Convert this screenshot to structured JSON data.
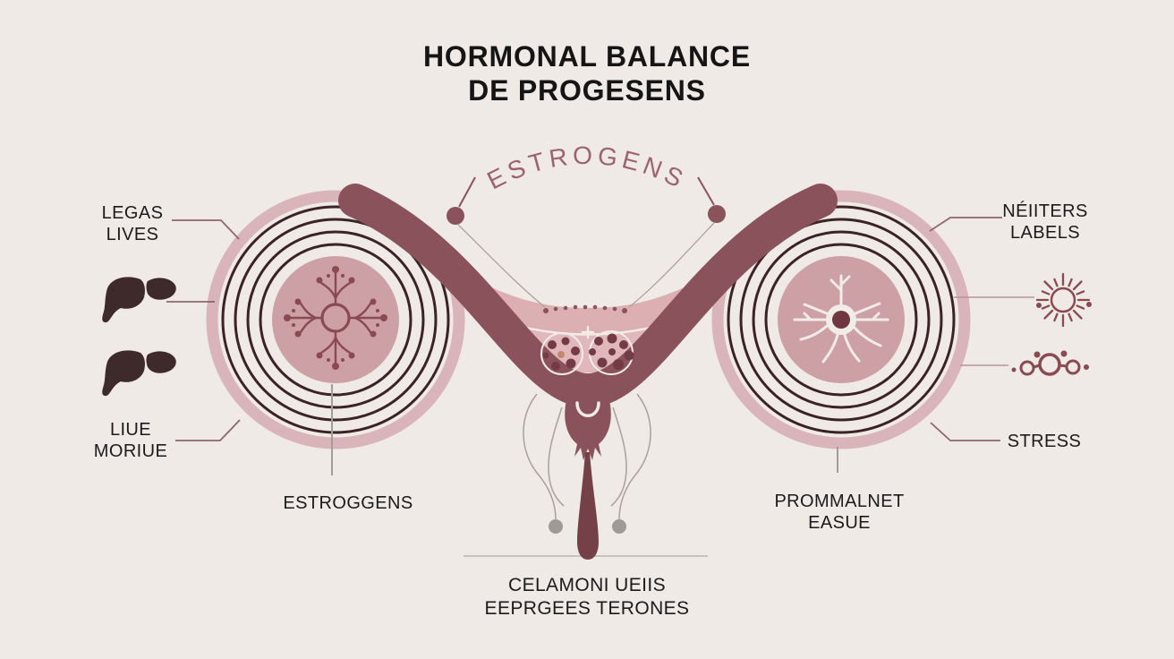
{
  "title": {
    "line1": "HORMONAL BALANCE",
    "line2": "DE PROGESENS"
  },
  "arc_label": "ESTROGENS",
  "left_labels": {
    "top": {
      "line1": "LEGAS",
      "line2": "LIVES"
    },
    "bottom": {
      "line1": "LIUE",
      "line2": "MORIUE"
    },
    "under_circle": "ESTROGGENS"
  },
  "right_labels": {
    "top": {
      "line1": "NÉIITERS",
      "line2": "LABELS"
    },
    "mid": "STRESS",
    "under_circle": {
      "line1": "PROMMALNET",
      "line2": "EASUE"
    }
  },
  "bottom_caption": {
    "line1": "CELAMONI UEIIS",
    "line2": "EEPRGEES TERONES"
  },
  "icons": {
    "left_column": [
      "liver-icon",
      "liver-icon"
    ],
    "right_column": [
      "sun-icon",
      "molecule-icon"
    ]
  },
  "colors": {
    "background": "#EFEAE6",
    "band_maroon": "#8A525B",
    "ring_dark": "#3B2224",
    "ring_soft_pink": "#D9B5B9",
    "ovary_fill": "#CDA0A6",
    "bowl_fill": "#DCAFB3",
    "bowl_fill_light": "#E0B7BA",
    "follicle_dot": "#733C45",
    "accent_text": "#9C636C",
    "label_text": "#1B1B1B",
    "icon_dark": "#3E2A2B",
    "leader_gray": "#A7A09C",
    "white_detail": "#F2ECE9"
  }
}
